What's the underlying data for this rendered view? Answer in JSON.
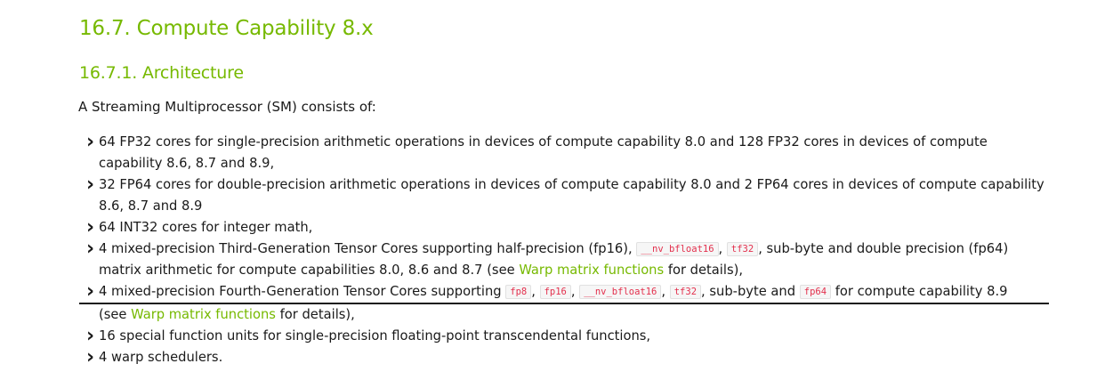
{
  "section": {
    "title": "16.7. Compute Capability 8.x",
    "subtitle": "16.7.1. Architecture",
    "intro": "A Streaming Multiprocessor (SM) consists of:"
  },
  "items": [
    {
      "text": "64 FP32 cores for single-precision arithmetic operations in devices of compute capability 8.0 and 128 FP32 cores in devices of compute capability 8.6, 8.7 and 8.9,"
    },
    {
      "text": "32 FP64 cores for double-precision arithmetic operations in devices of compute capability 8.0 and 2 FP64 cores in devices of compute capability 8.6, 8.7 and 8.9"
    },
    {
      "text": "64 INT32 cores for integer math,"
    },
    {
      "part1": "4 mixed-precision Third-Generation Tensor Cores supporting half-precision (fp16),",
      "code1": "__nv_bfloat16",
      "comma1": ",",
      "code2": "tf32",
      "part2": ", sub-byte and double precision (fp64) matrix arithmetic for compute capabilities 8.0, 8.6 and 8.7 (see",
      "link": "Warp matrix functions",
      "part3": "for details),"
    },
    {
      "part1": "4 mixed-precision Fourth-Generation Tensor Cores supporting",
      "code1": "fp8",
      "comma1": ",",
      "code2": "fp16",
      "comma2": ",",
      "code3": "__nv_bfloat16",
      "comma3": ",",
      "code4": "tf32",
      "part2": ", sub-byte and",
      "code5": "fp64",
      "part3": "for compute capability 8.9",
      "part4": "(see",
      "link": "Warp matrix functions",
      "part5": "for details),"
    },
    {
      "text": "16 special function units for single-precision floating-point transcendental functions,"
    },
    {
      "text": "4 warp schedulers."
    }
  ]
}
